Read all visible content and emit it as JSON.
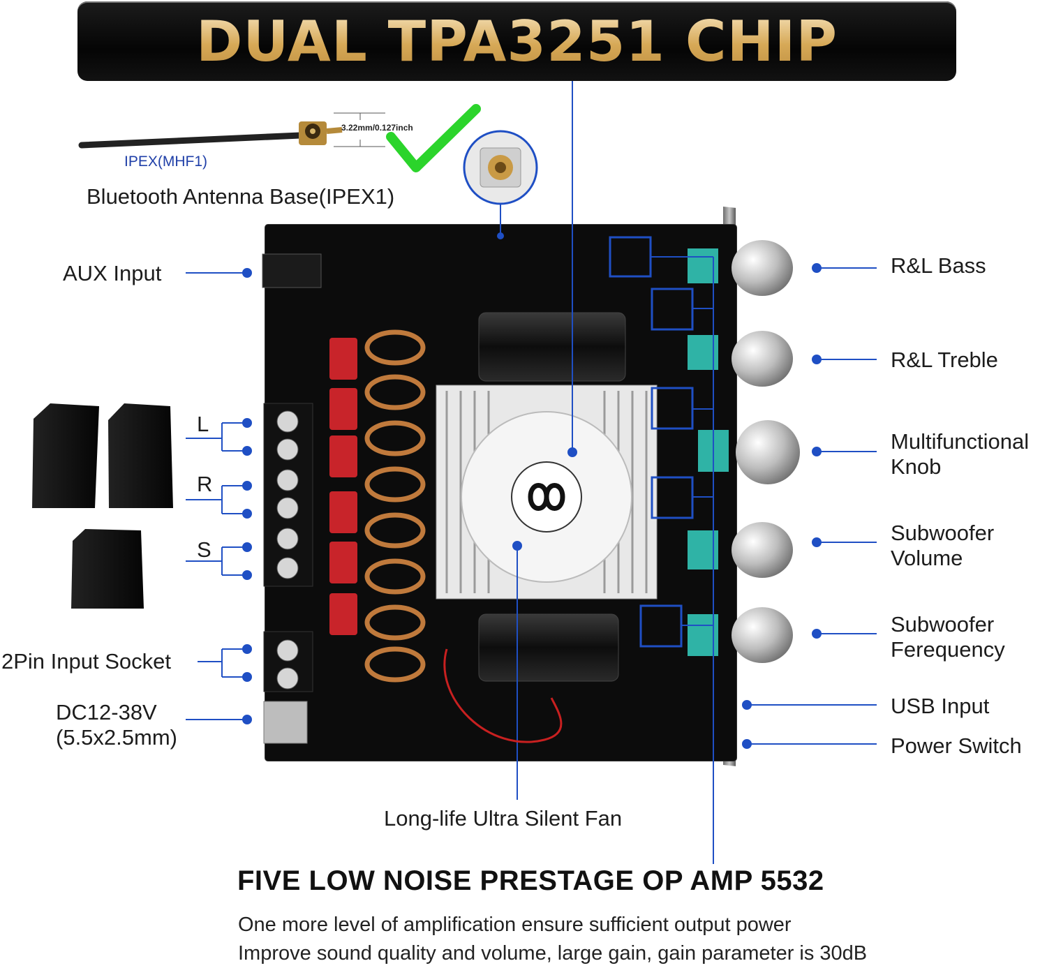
{
  "banner": {
    "title": "DUAL TPA3251 CHIP"
  },
  "antenna": {
    "connector_label": "IPEX(MHF1)",
    "dimension": "3.22mm/0.127inch",
    "base_label": "Bluetooth Antenna Base(IPEX1)"
  },
  "left_labels": {
    "aux": "AUX Input",
    "l": "L",
    "r": "R",
    "s": "S",
    "two_pin": "2Pin Input Socket",
    "dc_line1": "DC12-38V",
    "dc_line2": "(5.5x2.5mm)"
  },
  "right_labels": {
    "bass": "R&L Bass",
    "treble": "R&L Treble",
    "multi_line1": "Multifunctional",
    "multi_line2": "Knob",
    "subvol_line1": "Subwoofer",
    "subvol_line2": "Volume",
    "subfreq_line1": "Subwoofer",
    "subfreq_line2": "Ferequency",
    "usb": "USB Input",
    "power": "Power Switch"
  },
  "fan_label": "Long-life Ultra Silent Fan",
  "opamp": {
    "heading": "FIVE LOW NOISE PRESTAGE OP AMP 5532",
    "line1": "One more level of amplification ensure sufficient output power",
    "line2": "Improve sound quality and volume, large gain, gain parameter is 30dB"
  },
  "colors": {
    "accent_blue": "#1f4fc4",
    "banner_gold": "#d6a856",
    "check_green": "#2bd42b",
    "board": "#0c0c0c"
  },
  "icons": [
    "check-icon",
    "speaker-icon",
    "fan-icon",
    "knob-icon"
  ]
}
